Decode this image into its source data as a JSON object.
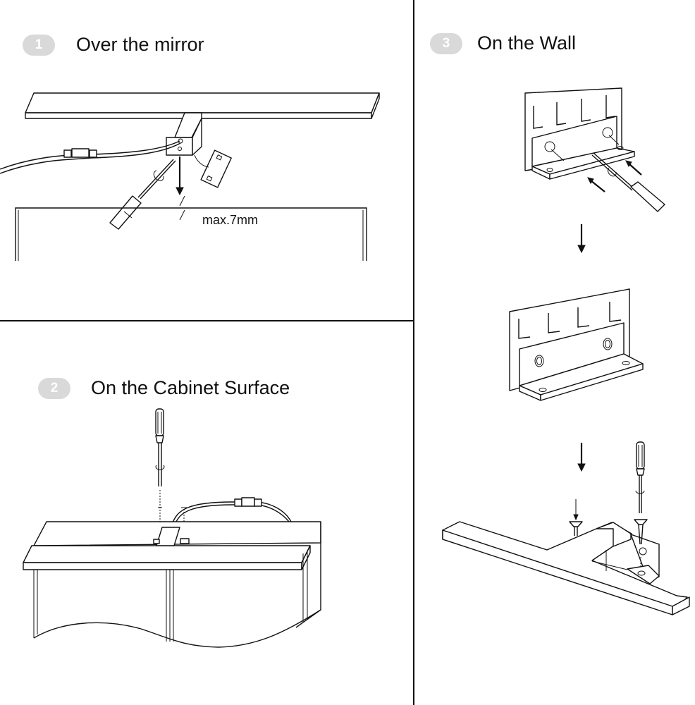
{
  "steps": [
    {
      "number": "1",
      "title": "Over the mirror",
      "annotation": "max.7mm"
    },
    {
      "number": "2",
      "title": "On the Cabinet Surface"
    },
    {
      "number": "3",
      "title": "On the Wall"
    }
  ],
  "colors": {
    "badge_background": "#d9d9d9",
    "badge_text": "#ffffff",
    "line_art": "#111111",
    "background": "#ffffff"
  }
}
